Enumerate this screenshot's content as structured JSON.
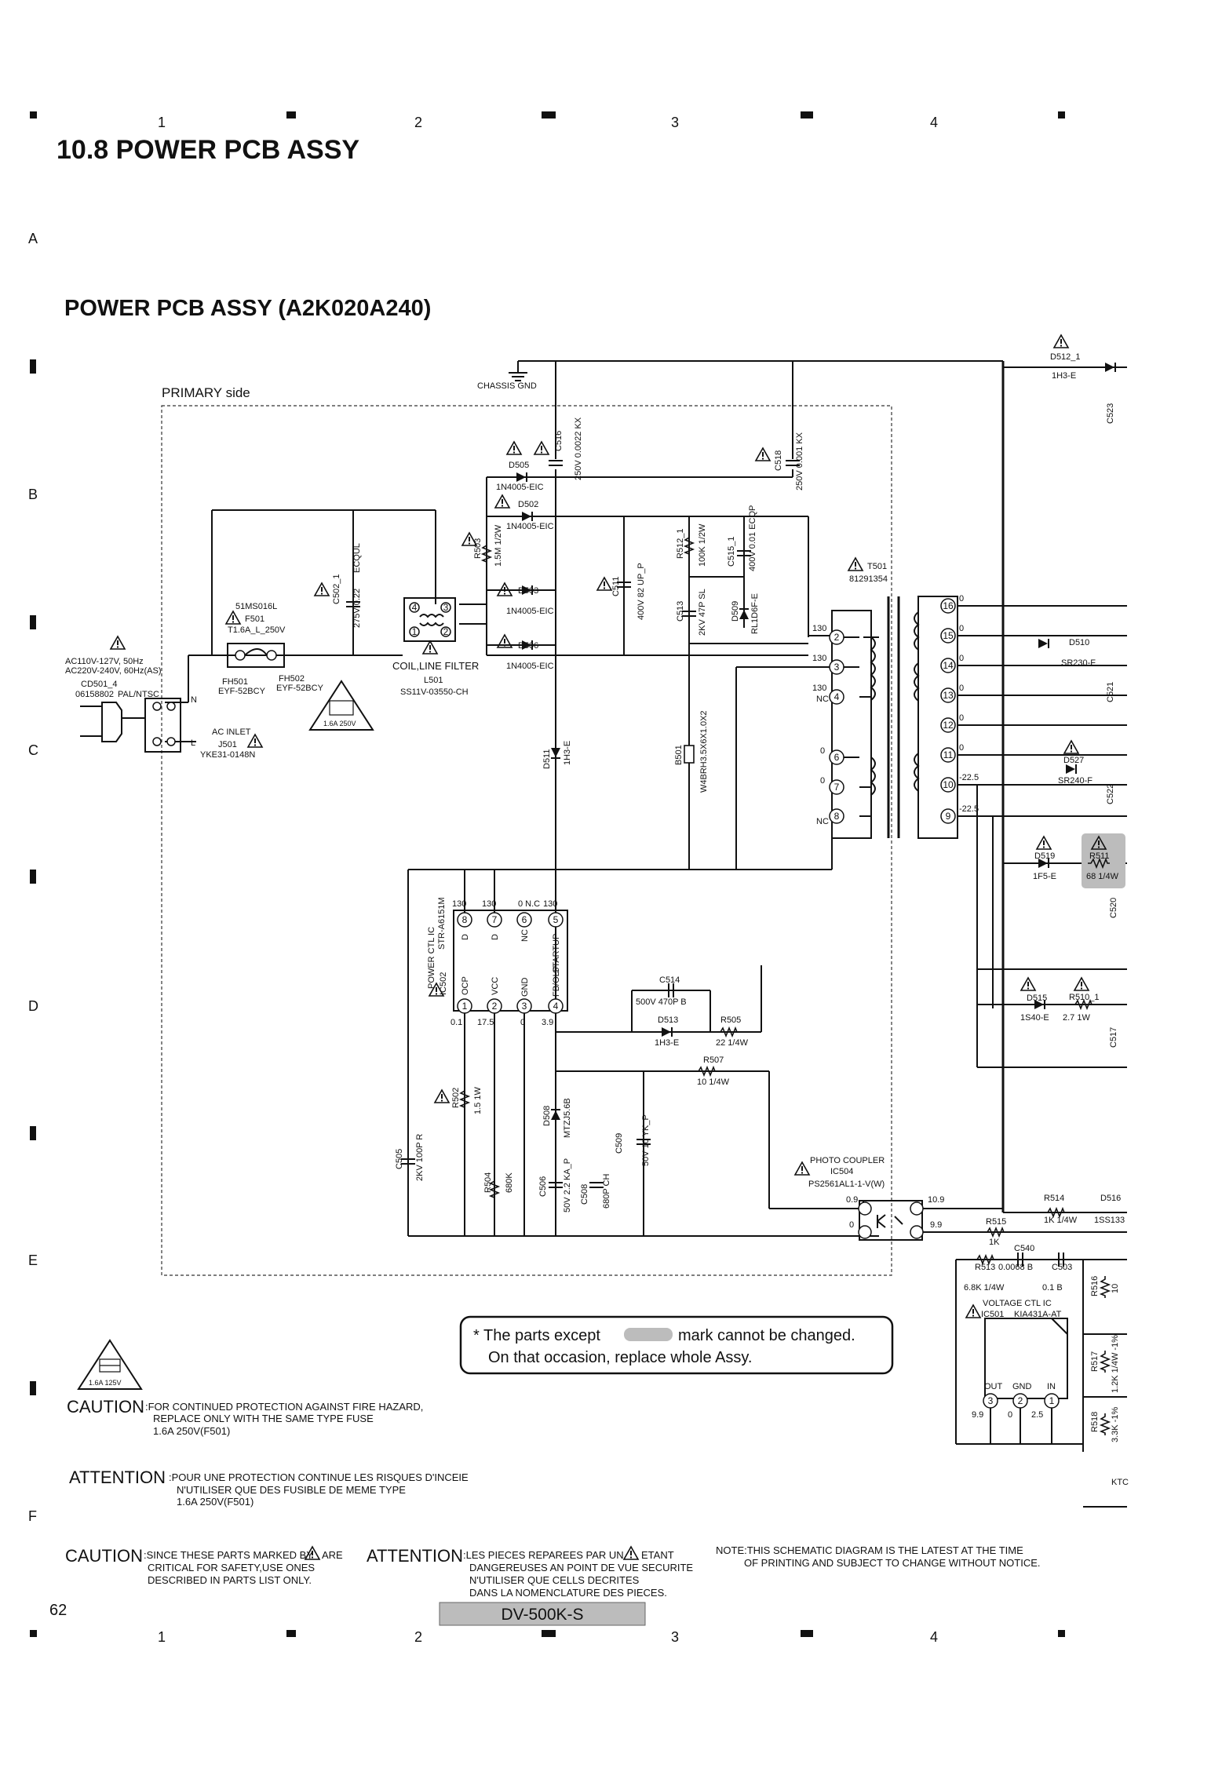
{
  "header": {
    "section_title": "10.8  POWER PCB ASSY",
    "board_title": "POWER PCB ASSY (A2K020A240)"
  },
  "grid": {
    "columns": [
      "1",
      "2",
      "3",
      "4"
    ],
    "rows": [
      "A",
      "B",
      "C",
      "D",
      "E",
      "F"
    ]
  },
  "schematic": {
    "primary_side": "PRIMARY side",
    "chassis_gnd": "CHASSIS GND",
    "inlet": {
      "voltage_1": "AC110V-127V, 50Hz",
      "voltage_2": "AC220V-240V, 60Hz(AS)",
      "cd501": "CD501_4",
      "cd501_part": "06158802",
      "pal": "PAL/NTSC",
      "n": "N",
      "l": "L",
      "ac_inlet": "AC INLET",
      "j501": "J501",
      "j501_part": "YKE31-0148N"
    },
    "fuse": {
      "part": "51MS016L",
      "ref": "F501",
      "rating": "T1.6A_L_250V",
      "fh501": "FH501",
      "fh501_part": "EYF-52BCY",
      "fh502": "FH502",
      "fh502_part": "EYF-52BCY",
      "triangle_rating": "1.6A 250V"
    },
    "coil": {
      "ref": "C502_1",
      "value": "275V  0.22",
      "type": "ECQUL",
      "coil_name": "COIL,LINE FILTER",
      "l501": "L501",
      "l501_part": "SS11V-03550-CH"
    },
    "diodes_bridge": {
      "d505": "D505",
      "d505_part": "1N4005-EIC",
      "d502": "D502",
      "d502_part": "1N4005-EIC",
      "d503": "D503",
      "d503_part": "1N4005-EIC",
      "d506": "D506",
      "d506_part": "1N4005-EIC",
      "c516": "C516",
      "c516_val": "250V  0.0022  KX",
      "r503": "R503",
      "r503_val": "1.5M  1/2W"
    },
    "bulk": {
      "c511": "C511",
      "c511_val": "400V  82  UP_P",
      "r512": "R512_1",
      "r512_val": "100K  1/2W",
      "c515": "C515_1",
      "c515_val": "400V  0.01  ECQP",
      "c513": "C513",
      "c513_val": "2KV  47P  SL",
      "d509": "D509",
      "d509_val": "RL1D6F-E",
      "c518": "C518",
      "c518_val": "250V  0.001  KX",
      "b501": "B501",
      "b501_part": "W4BRH3.5X6X1.0X2",
      "d511": "D511",
      "d511_part": "1H3-E"
    },
    "transformer": {
      "ref": "T501",
      "part": "81291354",
      "primary_pins": [
        {
          "num": "2",
          "v": "130"
        },
        {
          "num": "3",
          "v": "130"
        },
        {
          "num": "4",
          "v": "130",
          "extra": "NC"
        },
        {
          "num": "6",
          "v": "0"
        },
        {
          "num": "7",
          "v": "0"
        },
        {
          "num": "8",
          "v": "NC"
        }
      ],
      "secondary_pins": [
        {
          "num": "16",
          "v": "0"
        },
        {
          "num": "15",
          "v": "0"
        },
        {
          "num": "14",
          "v": "0"
        },
        {
          "num": "13",
          "v": "0"
        },
        {
          "num": "12",
          "v": "0"
        },
        {
          "num": "11",
          "v": "0"
        },
        {
          "num": "10",
          "v": "-22.5"
        },
        {
          "num": "9",
          "v": "-22.5"
        }
      ]
    },
    "ic": {
      "name": "POWER CTL IC",
      "part": "STR-A6151M",
      "ref": "IC502",
      "top_pins": [
        {
          "num": "8",
          "name": "D",
          "v": "130"
        },
        {
          "num": "7",
          "name": "D",
          "v": "130"
        },
        {
          "num": "6",
          "name": "NC",
          "v": "0 N.C"
        },
        {
          "num": "5",
          "name": "STARTUP",
          "v": "130"
        }
      ],
      "bottom_pins": [
        {
          "num": "1",
          "name": "OCP",
          "v": "0.1"
        },
        {
          "num": "2",
          "name": "VCC",
          "v": "17.5"
        },
        {
          "num": "3",
          "name": "GND",
          "v": "0"
        },
        {
          "num": "4",
          "name": "FB/OLP",
          "v": "3.9"
        }
      ]
    },
    "control": {
      "c514": "C514",
      "c514_val": "500V  470P  B",
      "d513": "D513",
      "d513_part": "1H3-E",
      "r505": "R505",
      "r505_val": "22  1/4W",
      "r507": "R507",
      "r507_val": "10  1/4W",
      "r502": "R502",
      "r502_val": "1.5  1W",
      "c505": "C505",
      "c505_val": "2KV 100P  R",
      "r504": "R504",
      "r504_val": "680K",
      "c506": "C506",
      "c506_val": "50V  2.2  KA_P",
      "d508": "D508",
      "d508_part": "MTZJ5.6B",
      "c508": "C508",
      "c508_val": "680P  CH",
      "c509": "C509",
      "c509_val": "50V  10  YK_P"
    },
    "photocoupler": {
      "name": "PHOTO COUPLER",
      "ref": "IC504",
      "part": "PS2561AL1-1-V(W)",
      "v_in_1": "0.9",
      "v_in_2": "0",
      "v_out_1": "10.9",
      "v_out_2": "9.9"
    },
    "secondary": {
      "d512": "D512_1",
      "d512_part": "1H3-E",
      "c523": "C523",
      "d510": "D510",
      "d510_part": "SR230-F",
      "c521": "C521",
      "d527": "D527",
      "d527_part": "SR240-F",
      "c522": "C522",
      "d519": "D519",
      "d519_part": "1F5-E",
      "r511": "R511",
      "r511_val": "68  1/4W",
      "c520": "C520",
      "d515": "D515",
      "d515_part": "1S40-E",
      "r510": "R510_1",
      "r510_val": "2.7    1W",
      "c517": "C517",
      "r514": "R514",
      "r514_val": "1K 1/4W",
      "d516": "D516",
      "d516_part": "1SS133",
      "r515": "R515",
      "r515_val": "1K",
      "c540": "C540",
      "r513": "R513",
      "r513_val": "6.8K  1/4W",
      "c503_val": "0.0068  B",
      "c503": "C503",
      "c503_val2": "0.1    B",
      "r516": "R516",
      "r516_val": "10",
      "r517": "R517",
      "r517_val": "1.2K  1/4W  -1%",
      "r518": "R518",
      "r518_val": "3.3K  -1%",
      "ktc": "KTC"
    },
    "voltage_ic": {
      "name": "VOLTAGE CTL IC",
      "ref": "IC501",
      "part": "KIA431A-AT",
      "pins": [
        {
          "num": "3",
          "name": "OUT",
          "v": "9.9"
        },
        {
          "num": "2",
          "name": "GND",
          "v": "0"
        },
        {
          "num": "1",
          "name": "IN",
          "v": "2.5"
        }
      ]
    }
  },
  "notice_box": {
    "line1_a": "* The parts except",
    "line1_b": "mark cannot be changed.",
    "line2": "On that occasion, replace whole Assy."
  },
  "fuse_symbol_rating": "1.6A 125V",
  "caution_fuse": {
    "heading": "CAUTION",
    "line1": ":FOR CONTINUED PROTECTION AGAINST FIRE HAZARD,",
    "line2": "REPLACE ONLY WITH THE SAME TYPE FUSE",
    "line3": "1.6A 250V(F501)"
  },
  "attention_fuse": {
    "heading": "ATTENTION",
    "line1": ":POUR UNE PROTECTION CONTINUE LES RISQUES D'INCEIE",
    "line2": "N'UTILISER QUE DES FUSIBLE DE MEME TYPE",
    "line3": "1.6A 250V(F501)"
  },
  "caution_parts": {
    "heading": "CAUTION",
    "line1": ":SINCE THESE PARTS MARKED BY",
    "line1b": "ARE",
    "line2": "CRITICAL FOR SAFETY,USE ONES",
    "line3": "DESCRIBED IN PARTS LIST ONLY."
  },
  "attention_parts": {
    "heading": "ATTENTION",
    "line1": ":LES PIECES REPAREES PAR UN",
    "line1b": "ETANT",
    "line2": "DANGEREUSES AN POINT DE VUE SECURITE",
    "line3": "N'UTILISER QUE CELLS DECRITES",
    "line4": "DANS LA NOMENCLATURE DES PIECES."
  },
  "note": {
    "line1": "NOTE:THIS SCHEMATIC DIAGRAM IS THE LATEST AT THE TIME",
    "line2": "OF PRINTING AND SUBJECT TO CHANGE WITHOUT NOTICE."
  },
  "footer": {
    "page_number": "62",
    "model": "DV-500K-S"
  },
  "colors": {
    "highlight": "#bcbcbc",
    "ink": "#111111"
  }
}
